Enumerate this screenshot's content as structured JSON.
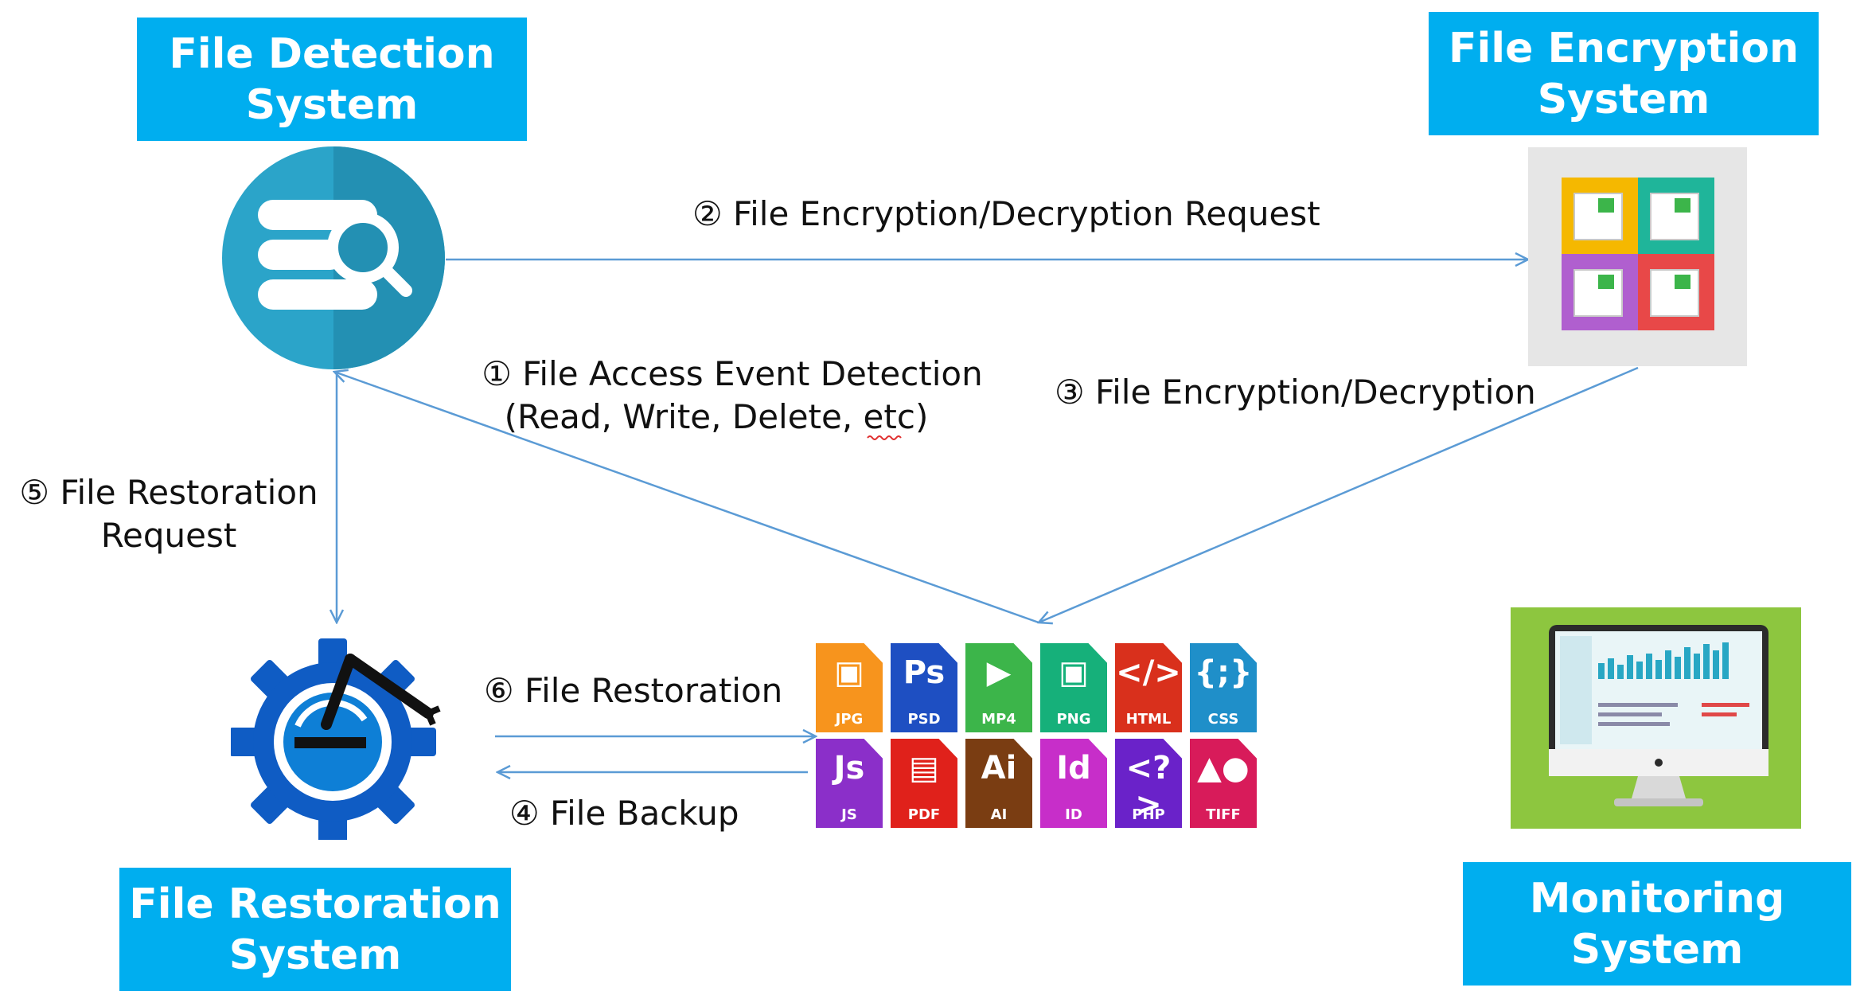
{
  "systems": {
    "detection": [
      "File Detection",
      "System"
    ],
    "encryption": [
      "File Encryption",
      "System"
    ],
    "restoration": [
      "File Restoration",
      "System"
    ],
    "monitoring": [
      "Monitoring",
      "System"
    ]
  },
  "steps": {
    "s1": [
      "① File Access Event Detection",
      "(Read, Write, Delete, etc)"
    ],
    "s2": "② File Encryption/Decryption Request",
    "s3": "③ File Encryption/Decryption",
    "s4": "④ File Backup",
    "s5": [
      "⑤ File Restoration",
      "Request"
    ],
    "s6": "⑥ File Restoration"
  },
  "file_types": [
    {
      "ext": "JPG",
      "glyph": "▣",
      "color": "#f7941d"
    },
    {
      "ext": "PSD",
      "glyph": "Ps",
      "color": "#1e4fc2"
    },
    {
      "ext": "MP4",
      "glyph": "▶",
      "color": "#3cb54a"
    },
    {
      "ext": "PNG",
      "glyph": "▣",
      "color": "#16b07a"
    },
    {
      "ext": "HTML",
      "glyph": "</>",
      "color": "#d9301c"
    },
    {
      "ext": "CSS",
      "glyph": "{;}",
      "color": "#1f8fc9"
    },
    {
      "ext": "JS",
      "glyph": "Js",
      "color": "#8b2fc9"
    },
    {
      "ext": "PDF",
      "glyph": "▤",
      "color": "#e0211b"
    },
    {
      "ext": "AI",
      "glyph": "Ai",
      "color": "#7a3d12"
    },
    {
      "ext": "ID",
      "glyph": "Id",
      "color": "#c72ec9"
    },
    {
      "ext": "PHP",
      "glyph": "<?>",
      "color": "#6a22c9"
    },
    {
      "ext": "TIFF",
      "glyph": "▲●",
      "color": "#d81b5a"
    }
  ],
  "colors": {
    "box": "#00aeef",
    "arrow": "#5b9bd5",
    "detection_circle": "#2ba4c9",
    "gear": "#0f5cc4",
    "monitor_bg": "#8dc63f"
  },
  "icons": {
    "detection": "database-search-icon",
    "encryption": "locked-files-icon",
    "restoration": "gear-robot-arm-icon",
    "monitoring": "monitor-dashboard-icon"
  }
}
